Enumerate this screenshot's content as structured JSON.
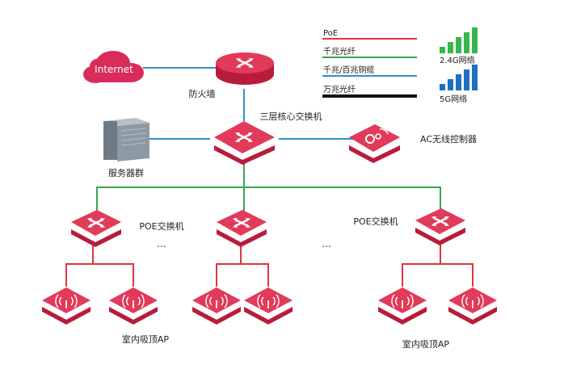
{
  "colors": {
    "poe": "#e0343c",
    "gigabit_fiber": "#3aa54a",
    "gigabit_copper": "#2d8fcf",
    "ten_gigabit_fiber": "#111111",
    "device_top": "#e23a5a",
    "device_side": "#b81c3a",
    "bar_green": "#39b54a",
    "bar_blue": "#1f6fc4",
    "server": "#8e9aa3"
  },
  "legend": {
    "poe": "PoE",
    "gigabit_fiber": "千兆光纤",
    "gigabit_copper": "千兆/百兆铜缆",
    "ten_gigabit_fiber": "万兆光纤"
  },
  "signal": {
    "label_24g": "2.4G网络",
    "label_5g": "5G网络"
  },
  "nodes": {
    "internet": "Internet",
    "firewall": "防火墙",
    "core_switch": "三层核心交换机",
    "server_group": "服务器群",
    "ac_controller": "AC无线控制器",
    "poe_switch_left": "POE交换机",
    "poe_switch_right": "POE交换机",
    "ellipsis_left": "...",
    "ellipsis_middle": "...",
    "ap_label_left": "室内吸顶AP",
    "ap_label_right": "室内吸顶AP"
  }
}
